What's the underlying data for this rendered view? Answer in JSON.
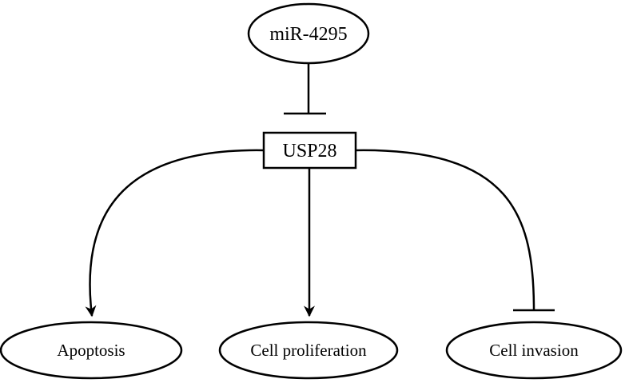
{
  "diagram": {
    "nodes": {
      "regulator": {
        "label": "miR-4295",
        "shape": "ellipse"
      },
      "hub": {
        "label": "USP28",
        "shape": "rectangle"
      },
      "outcome_left": {
        "label": "Apoptosis",
        "shape": "ellipse"
      },
      "outcome_center": {
        "label": "Cell proliferation",
        "shape": "ellipse"
      },
      "outcome_right": {
        "label": "Cell invasion",
        "shape": "ellipse"
      }
    },
    "edges": [
      {
        "from": "miR-4295",
        "to": "USP28",
        "type": "inhibition"
      },
      {
        "from": "USP28",
        "to": "Apoptosis",
        "type": "activation"
      },
      {
        "from": "USP28",
        "to": "Cell proliferation",
        "type": "activation"
      },
      {
        "from": "USP28",
        "to": "Cell invasion",
        "type": "inhibition"
      }
    ],
    "colors": {
      "stroke": "#000000",
      "background": "#ffffff"
    }
  }
}
